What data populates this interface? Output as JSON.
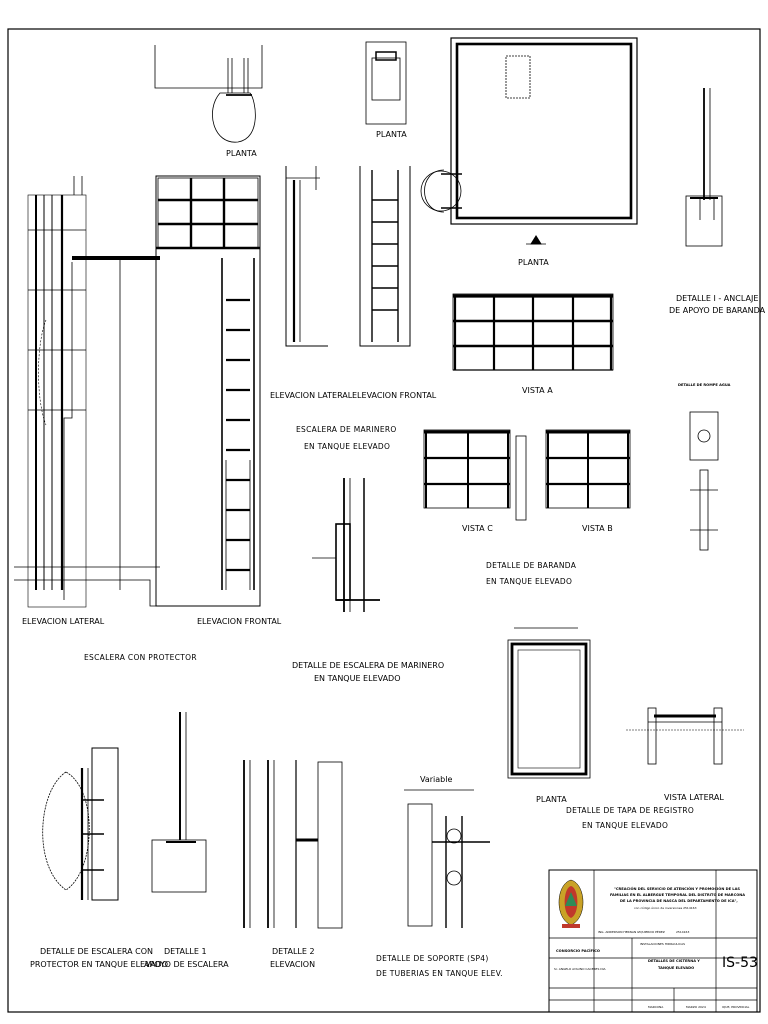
{
  "planta_labels": {
    "planta_1": "PLANTA",
    "planta_2": "PLANTA",
    "planta_3": "PLANTA",
    "planta_4": "PLANTA"
  },
  "escalera_protector": {
    "elevacion_lateral": "ELEVACION LATERAL",
    "elevacion_frontal": "ELEVACION FRONTAL",
    "titulo": "ESCALERA CON PROTECTOR"
  },
  "escalera_marinero": {
    "elevacion_lateral": "ELEVACION LATERAL",
    "elevacion_frontal": "ELEVACION FRONTAL",
    "titulo_1": "ESCALERA DE MARINERO",
    "titulo_2": "EN TANQUE ELEVADO",
    "detalle_1": "DETALLE DE ESCALERA DE MARINERO",
    "detalle_2": "EN TANQUE ELEVADO"
  },
  "baranda": {
    "vista_a": "VISTA A",
    "vista_b": "VISTA B",
    "vista_c": "VISTA C",
    "titulo_1": "DETALLE DE BARANDA",
    "titulo_2": "EN TANQUE ELEVADO",
    "detalle_i_1": "DETALLE I - ANCLAJE",
    "detalle_i_2": "DE APOYO DE BARANDA",
    "rompe_agua": "DETALLE DE ROMPE AGUA"
  },
  "tapa_registro": {
    "vista_lateral": "VISTA LATERAL",
    "titulo_1": "DETALLE DE TAPA DE REGISTRO",
    "titulo_2": "EN TANQUE ELEVADO"
  },
  "bottom_details": {
    "protector_1": "DETALLE DE ESCALERA CON",
    "protector_2": "PROTECTOR EN TANQUE ELEVADO",
    "det1_1": "DETALLE 1",
    "det1_2": "APOYO DE ESCALERA",
    "det2_1": "DETALLE 2",
    "det2_2": "ELEVACION",
    "variable": "Variable",
    "soporte_1": "DETALLE DE SOPORTE (SP4)",
    "soporte_2": "DE TUBERIAS EN TANQUE ELEV."
  },
  "title_block": {
    "project_1": "\"CREACIÓN DEL SERVICIO DE ATENCIÓN Y PROMOCIÓN DE LAS",
    "project_2": "FAMILIAS EN EL ALBERGUE TEMPORAL DEL DISTRITO DE MARCONA",
    "project_3": "DE LA PROVINCIA DE NASCA DEL DEPARTAMENTO DE ICA\",",
    "project_4": "con código único de inversiones 2514163",
    "consorcio": "CONSORCIO PACÍFICO",
    "titulo_1": "DETALLES DE CISTERNA Y",
    "titulo_2": "TANQUE ELEVADO",
    "lamina": "IS-53",
    "ingeniero": "ING. ANDERSON HERNAN IZQUIERDO PÉREZ",
    "representante": "Sr. ANGELO AYAUNO CACERES DIA",
    "instalaciones": "INSTALACIONES HIDRAULICAS",
    "codigo": "2514163",
    "ubicacion": "MARCONA",
    "fecha": "MARZO 2024",
    "dibujo": "IQUE, PROVINCIAL"
  },
  "colors": {
    "ink": "#000000",
    "paper": "#ffffff"
  }
}
